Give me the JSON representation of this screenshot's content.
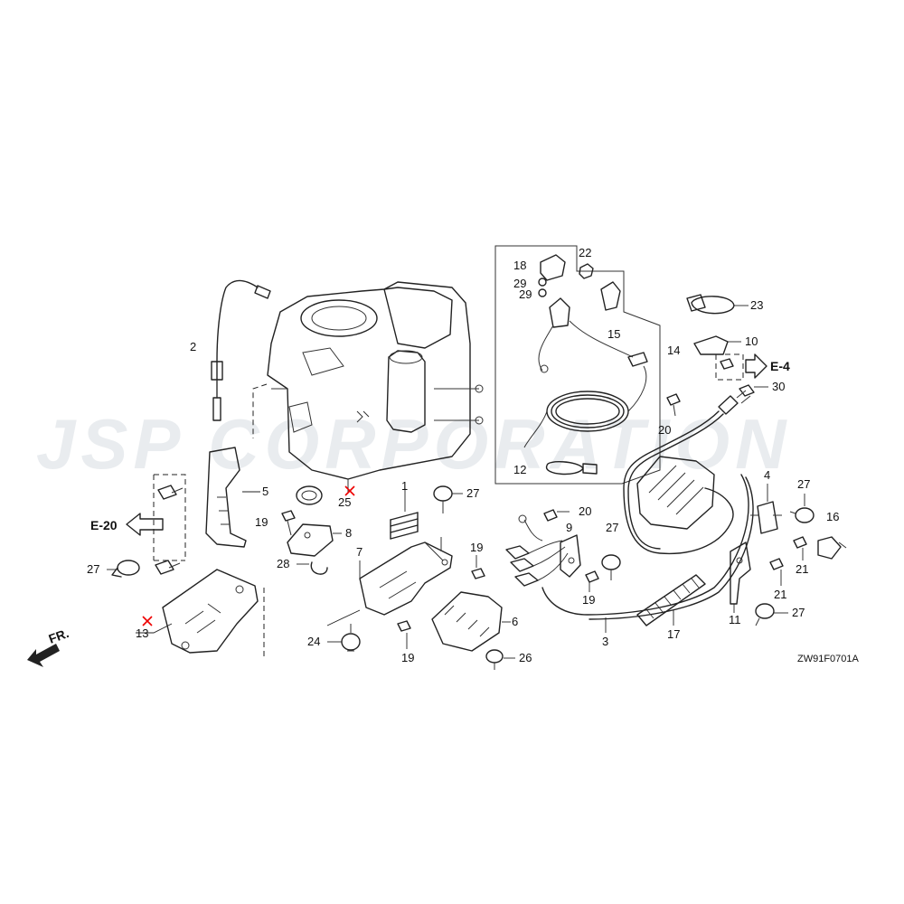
{
  "watermark": "JSP CORPORATION",
  "diagram_code": "ZW91F0701A",
  "front_indicator": "FR.",
  "cross_references": {
    "left": "E-20",
    "right": "E-4"
  },
  "callouts": [
    {
      "num": "1"
    },
    {
      "num": "2"
    },
    {
      "num": "3"
    },
    {
      "num": "4"
    },
    {
      "num": "5"
    },
    {
      "num": "6"
    },
    {
      "num": "7"
    },
    {
      "num": "8"
    },
    {
      "num": "9"
    },
    {
      "num": "10"
    },
    {
      "num": "11"
    },
    {
      "num": "12"
    },
    {
      "num": "13"
    },
    {
      "num": "14"
    },
    {
      "num": "15"
    },
    {
      "num": "16"
    },
    {
      "num": "17"
    },
    {
      "num": "18"
    },
    {
      "num": "19"
    },
    {
      "num": "19"
    },
    {
      "num": "19"
    },
    {
      "num": "19"
    },
    {
      "num": "20"
    },
    {
      "num": "20"
    },
    {
      "num": "21"
    },
    {
      "num": "21"
    },
    {
      "num": "22"
    },
    {
      "num": "23"
    },
    {
      "num": "24"
    },
    {
      "num": "25"
    },
    {
      "num": "26"
    },
    {
      "num": "27"
    },
    {
      "num": "27"
    },
    {
      "num": "27"
    },
    {
      "num": "27"
    },
    {
      "num": "27"
    },
    {
      "num": "28"
    },
    {
      "num": "29"
    },
    {
      "num": "29"
    },
    {
      "num": "30"
    }
  ]
}
